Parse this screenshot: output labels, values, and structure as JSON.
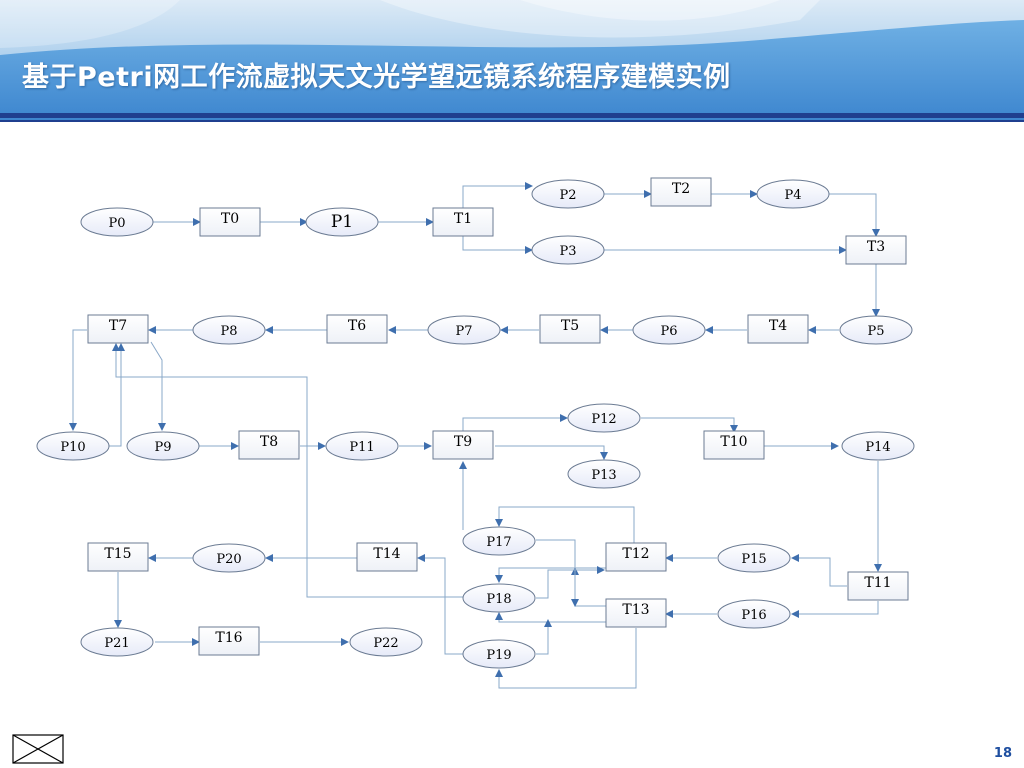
{
  "title": "基于Petri网工作流虚拟天文光学望远镜系统程序建模实例",
  "page_number": "18",
  "colors": {
    "header_blue": "#5b9fd8",
    "rule_blue": "#1f3f8f",
    "edge": "#8aa8c8",
    "arrow": "#3f6fae",
    "node_stroke": "#6b7b93",
    "place_fill": "#eef1fb"
  },
  "places": [
    "P0",
    "P1",
    "P2",
    "P3",
    "P4",
    "P5",
    "P6",
    "P7",
    "P8",
    "P9",
    "P10",
    "P11",
    "P12",
    "P13",
    "P14",
    "P15",
    "P16",
    "P17",
    "P18",
    "P19",
    "P20",
    "P21",
    "P22"
  ],
  "transitions": [
    "T0",
    "T1",
    "T2",
    "T3",
    "T4",
    "T5",
    "T6",
    "T7",
    "T8",
    "T9",
    "T10",
    "T11",
    "T12",
    "T13",
    "T14",
    "T15",
    "T16"
  ],
  "arcs": [
    [
      "P0",
      "T0"
    ],
    [
      "T0",
      "P1"
    ],
    [
      "P1",
      "T1"
    ],
    [
      "T1",
      "P2"
    ],
    [
      "T1",
      "P3"
    ],
    [
      "P2",
      "T2"
    ],
    [
      "T2",
      "P4"
    ],
    [
      "P4",
      "T3"
    ],
    [
      "P3",
      "T3"
    ],
    [
      "T3",
      "P5"
    ],
    [
      "P5",
      "T4"
    ],
    [
      "T4",
      "P6"
    ],
    [
      "P6",
      "T5"
    ],
    [
      "T5",
      "P7"
    ],
    [
      "P7",
      "T6"
    ],
    [
      "T6",
      "P8"
    ],
    [
      "P8",
      "T7"
    ],
    [
      "T7",
      "P10"
    ],
    [
      "T7",
      "P9"
    ],
    [
      "P10",
      "T7"
    ],
    [
      "P9",
      "T8"
    ],
    [
      "T8",
      "P11"
    ],
    [
      "P11",
      "T9"
    ],
    [
      "T9",
      "P12"
    ],
    [
      "T9",
      "P13"
    ],
    [
      "P12",
      "T10"
    ],
    [
      "T10",
      "P14"
    ],
    [
      "P14",
      "T11"
    ],
    [
      "T11",
      "P15"
    ],
    [
      "T11",
      "P16"
    ],
    [
      "P15",
      "T12"
    ],
    [
      "P16",
      "T13"
    ],
    [
      "T12",
      "P17"
    ],
    [
      "T12",
      "P18"
    ],
    [
      "T13",
      "P18"
    ],
    [
      "T13",
      "P19"
    ],
    [
      "P17",
      "T9"
    ],
    [
      "P18",
      "T7"
    ],
    [
      "P19",
      "T14"
    ],
    [
      "T14",
      "P20"
    ],
    [
      "P20",
      "T15"
    ],
    [
      "T15",
      "P21"
    ],
    [
      "P21",
      "T16"
    ],
    [
      "T16",
      "P22"
    ]
  ]
}
